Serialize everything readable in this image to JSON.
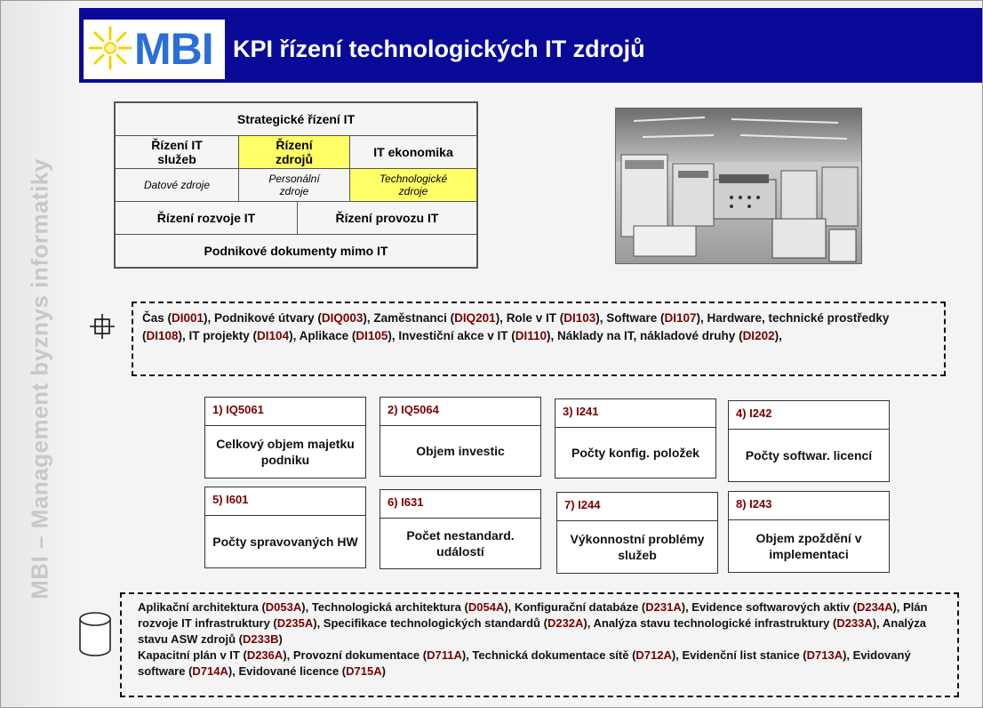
{
  "sidebar": {
    "text": "MBI – Management byznys informatiky"
  },
  "header": {
    "logo_text": "MBI",
    "title": "KPI řízení technologických IT zdrojů"
  },
  "org_chart": {
    "strategic": "Strategické řízení IT",
    "services": "Řízení IT služeb",
    "resources": "Řízení zdrojů",
    "economics": "IT ekonomika",
    "data": "Datové zdroje",
    "personnel": "Personální zdroje",
    "technology": "Technologické zdroje",
    "development": "Řízení rozvoje IT",
    "operations": "Řízení provozu IT",
    "documents": "Podnikové dokumenty mimo IT"
  },
  "entities": [
    {
      "name": "Čas",
      "code": "DI001"
    },
    {
      "name": "Podnikové útvary",
      "code": "DIQ003"
    },
    {
      "name": "Zaměstnanci",
      "code": "DIQ201"
    },
    {
      "name": "Role v IT",
      "code": "DI103"
    },
    {
      "name": "Software",
      "code": "DI107"
    },
    {
      "name": "Hardware, technické prostředky",
      "code": "DI108"
    },
    {
      "name": "IT projekty",
      "code": "DI104"
    },
    {
      "name": "Aplikace",
      "code": "DI105"
    },
    {
      "name": "Investiční akce v IT",
      "code": "DI110"
    },
    {
      "name": "Náklady na IT, nákladové druhy",
      "code": "DI202"
    }
  ],
  "kpis": [
    {
      "id": "1) IQ5061",
      "label": "Celkový objem majetku podniku"
    },
    {
      "id": "2) IQ5064",
      "label": "Objem investic"
    },
    {
      "id": "3) I241",
      "label": "Počty konfig. položek"
    },
    {
      "id": "4) I242",
      "label": "Počty softwar. licencí"
    },
    {
      "id": "5) I601",
      "label": "Počty spravovaných HW"
    },
    {
      "id": "6) I631",
      "label": "Počet nestandard. událostí"
    },
    {
      "id": "7) I244",
      "label": "Výkonnostní problémy služeb"
    },
    {
      "id": "8) I243",
      "label": "Objem zpoždění v implementaci"
    }
  ],
  "documents": [
    {
      "name": "Aplikační architektura",
      "code": "D053A"
    },
    {
      "name": "Technologická architektura",
      "code": "D054A"
    },
    {
      "name": "Konfigurační databáze",
      "code": "D231A"
    },
    {
      "name": "Evidence softwarových aktiv",
      "code": "D234A"
    },
    {
      "name": "Plán rozvoje IT infrastruktury",
      "code": "D235A"
    },
    {
      "name": "Specifikace technologických standardů",
      "code": "D232A"
    },
    {
      "name": "Analýza  stavu technologické infrastruktury",
      "code": "D233A"
    },
    {
      "name": "Analýza  stavu ASW  zdrojů",
      "code": "D233B"
    },
    {
      "name": "Kapacitní plán v IT",
      "code": "D236A"
    },
    {
      "name": "Provozní dokumentace",
      "code": "D711A"
    },
    {
      "name": "Technická dokumentace sítě",
      "code": "D712A"
    },
    {
      "name": "Evidenční list stanice",
      "code": "D713A"
    },
    {
      "name": "Evidovaný software",
      "code": "D714A"
    },
    {
      "name": "Evidované licence",
      "code": "D715A"
    }
  ],
  "colors": {
    "header_bg": "#0a0a99",
    "highlight": "#ffff66",
    "code_text": "#7a0000",
    "logo_blue": "#2a6fd6",
    "logo_sun": "#f2d400"
  },
  "icons": {
    "entity": "crosshair-icon",
    "documents": "database-icon",
    "logo": "sun-logo-icon"
  }
}
